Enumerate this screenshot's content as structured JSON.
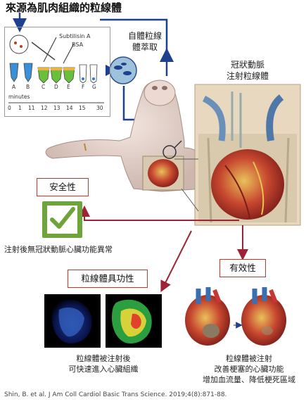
{
  "header": {
    "title": "來源為肌肉組織的粒線體"
  },
  "protocol": {
    "reagent_1": "Subtilisin A",
    "reagent_2": "BSA",
    "tube_labels": [
      "A",
      "B",
      "C",
      "D",
      "E",
      "F",
      "G"
    ],
    "time_label": "minutes",
    "time_ticks": [
      "0",
      "1",
      "11",
      "12",
      "13",
      "14",
      "15",
      "30"
    ]
  },
  "extraction_label": [
    "自體粒線",
    "體萃取"
  ],
  "injection_label": [
    "冠狀動脈",
    "注射粒線體"
  ],
  "safety": {
    "tag": "安全性",
    "result": "注射後無冠狀動脈心臟功能異常",
    "check_color": "#6ea43a"
  },
  "function": {
    "tag": "粒線體具功性",
    "caption": [
      "粒線體被注射後",
      "可快速進入心臟組織"
    ]
  },
  "efficacy": {
    "tag": "有效性",
    "caption": [
      "粒線體被注射",
      "改善梗塞的心臟功能",
      "增加血流量、降低梗死區域"
    ]
  },
  "citation": "Shin, B. et al.  J Am Coll Cardiol Basic Trans Science. 2019;4(8):871-88.",
  "colors": {
    "arrow_blue": "#1f3f8f",
    "arrow_red": "#9c2436",
    "tag_border": "#c0392b"
  }
}
